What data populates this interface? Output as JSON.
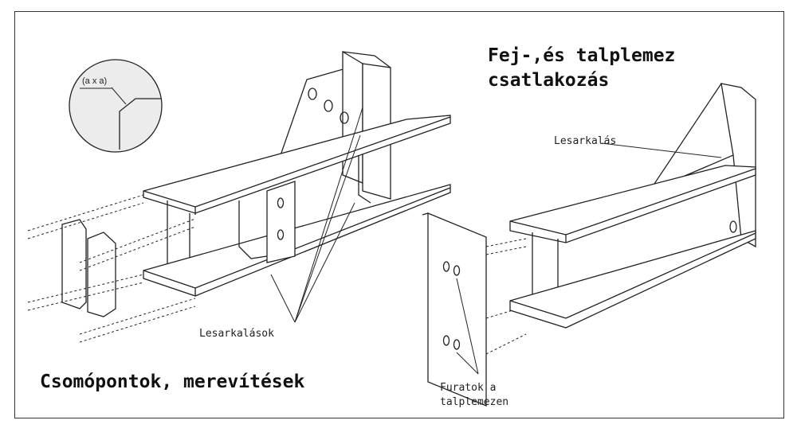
{
  "title_right_line1": "Fej-,és talplemez",
  "title_right_line2": "csatlakozás",
  "title_left": "Csomópontok, merevítések",
  "detail_label": "(a x a)",
  "label_lesarkalas": "Lesarkalás",
  "label_lesarkalasok": "Lesarkalások",
  "label_furatok_line1": "Furatok a",
  "label_furatok_line2": "talplemezen"
}
